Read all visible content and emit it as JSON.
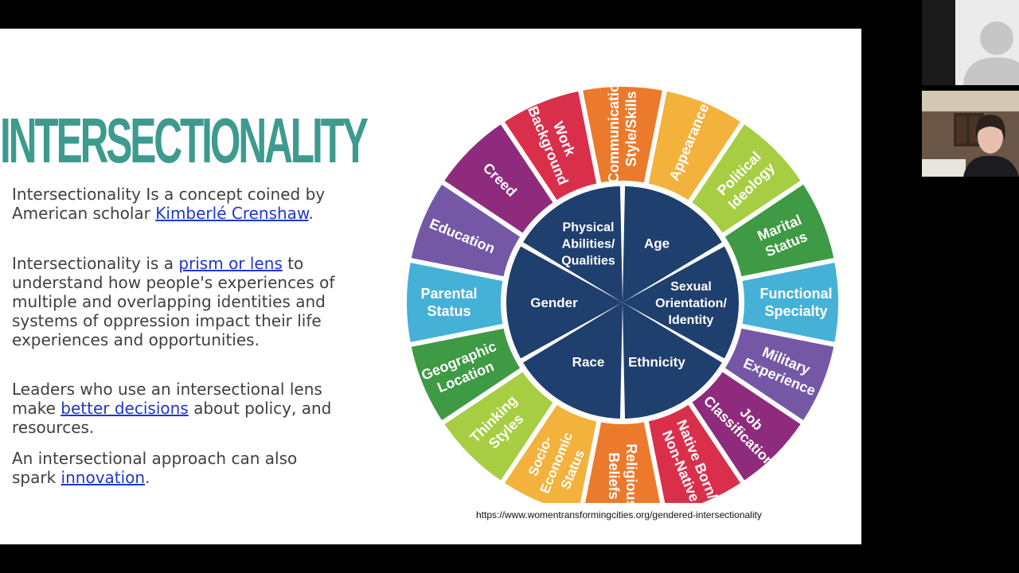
{
  "slide": {
    "title": "INTERSECTIONALITY",
    "p1": {
      "t1": "Intersectionality Is a concept coined by American scholar ",
      "link": "Kimberlé Crenshaw",
      "t2": "."
    },
    "p2": {
      "t1": "Intersectionality is a ",
      "link": "prism or lens",
      "t2": " to understand how people's experiences of multiple and overlapping identities and systems of oppression impact their life experiences and opportunities."
    },
    "p3": {
      "t1": "Leaders who use an intersectional lens make ",
      "link": "better decisions",
      "t2": " about policy, and resources."
    },
    "p4": {
      "t1": "An intersectional approach can also spark ",
      "link": "innovation",
      "t2": "."
    },
    "source_url": "https://www.womentransformingcities.org/gendered-intersectionality"
  },
  "wheel": {
    "outer": [
      {
        "lines": [
          "Communication",
          "Style/Skills"
        ],
        "color": "#ec7a2c"
      },
      {
        "lines": [
          "Appearance"
        ],
        "color": "#f3b23c"
      },
      {
        "lines": [
          "Political",
          "Ideology"
        ],
        "color": "#a7cd42"
      },
      {
        "lines": [
          "Marital",
          "Status"
        ],
        "color": "#3e9a44"
      },
      {
        "lines": [
          "Functional",
          "Specialty"
        ],
        "color": "#46b1d6"
      },
      {
        "lines": [
          "Military",
          "Experience"
        ],
        "color": "#7558a5"
      },
      {
        "lines": [
          "Job",
          "Classification"
        ],
        "color": "#8e2b7c"
      },
      {
        "lines": [
          "Native Born/",
          "Non-Native"
        ],
        "color": "#da2f4b"
      },
      {
        "lines": [
          "Religious",
          "Beliefs"
        ],
        "color": "#ec7a2c"
      },
      {
        "lines": [
          "Socio-",
          "Economic",
          "Status"
        ],
        "color": "#f3b23c"
      },
      {
        "lines": [
          "Thinking",
          "Styles"
        ],
        "color": "#a7cd42"
      },
      {
        "lines": [
          "Geographic",
          "Location"
        ],
        "color": "#3e9a44"
      },
      {
        "lines": [
          "Parental",
          "Status"
        ],
        "color": "#46b1d6"
      },
      {
        "lines": [
          "Education"
        ],
        "color": "#7558a5"
      },
      {
        "lines": [
          "Creed"
        ],
        "color": "#8e2b7c"
      },
      {
        "lines": [
          "Work",
          "Background"
        ],
        "color": "#da2f4b"
      }
    ],
    "inner": [
      {
        "lines": [
          "Age"
        ]
      },
      {
        "lines": [
          "Sexual",
          "Orientation/",
          "Identity"
        ]
      },
      {
        "lines": [
          "Ethnicity"
        ]
      },
      {
        "lines": [
          "Race"
        ]
      },
      {
        "lines": [
          "Gender"
        ]
      },
      {
        "lines": [
          "Physical",
          "Abilities/",
          "Qualities"
        ]
      }
    ],
    "inner_color": "#1f3f6e"
  },
  "colors": {
    "title": "#3e9a8f",
    "link": "#1f37c9",
    "body_text": "#3f3f3f"
  }
}
